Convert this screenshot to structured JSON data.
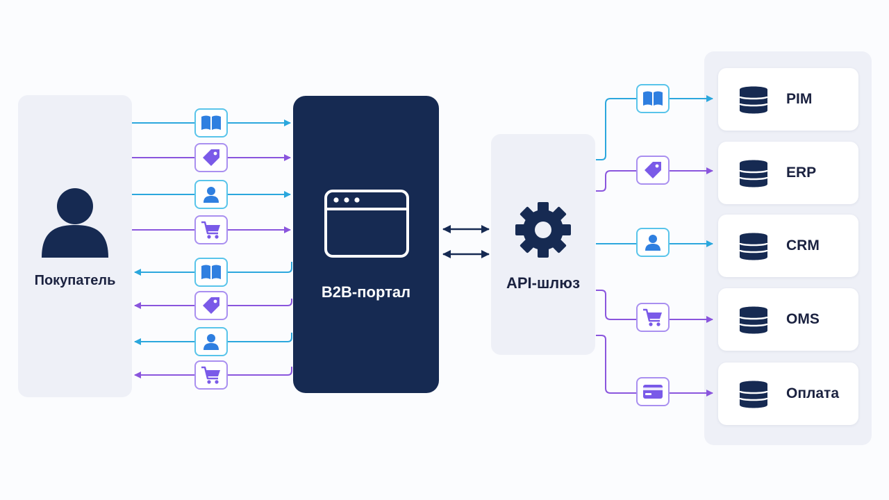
{
  "nodes": {
    "buyer": {
      "label": "Покупатель"
    },
    "portal": {
      "label": "B2B-портал"
    },
    "gateway": {
      "label": "API-шлюз"
    }
  },
  "systems": [
    {
      "label": "PIM"
    },
    {
      "label": "ERP"
    },
    {
      "label": "CRM"
    },
    {
      "label": "OMS"
    },
    {
      "label": "Оплата"
    }
  ],
  "buyer_portal_flows": [
    {
      "direction": "to-portal",
      "icon": "catalog-book-icon",
      "color": "blue"
    },
    {
      "direction": "to-portal",
      "icon": "price-tag-icon",
      "color": "purple"
    },
    {
      "direction": "to-portal",
      "icon": "user-profile-icon",
      "color": "blue"
    },
    {
      "direction": "to-portal",
      "icon": "shopping-cart-icon",
      "color": "purple"
    },
    {
      "direction": "to-buyer",
      "icon": "catalog-book-icon",
      "color": "blue"
    },
    {
      "direction": "to-buyer",
      "icon": "price-tag-icon",
      "color": "purple"
    },
    {
      "direction": "to-buyer",
      "icon": "user-profile-icon",
      "color": "blue"
    },
    {
      "direction": "to-buyer",
      "icon": "shopping-cart-icon",
      "color": "purple"
    }
  ],
  "gateway_system_flows": [
    {
      "target": "PIM",
      "icon": "catalog-book-icon",
      "color": "blue"
    },
    {
      "target": "ERP",
      "icon": "price-tag-icon",
      "color": "purple"
    },
    {
      "target": "CRM",
      "icon": "user-profile-icon",
      "color": "blue"
    },
    {
      "target": "OMS",
      "icon": "shopping-cart-icon",
      "color": "purple"
    },
    {
      "target": "Оплата",
      "icon": "credit-card-icon",
      "color": "purple"
    }
  ],
  "portal_gateway_link": "bidirectional",
  "colors": {
    "blue_flow": "#2ba7dd",
    "purple_flow": "#8a55dd",
    "navy": "#162a52",
    "panel_bg": "#eef0f7",
    "icon_blue": "#2f7fe0",
    "icon_purple": "#7a5ae8"
  }
}
